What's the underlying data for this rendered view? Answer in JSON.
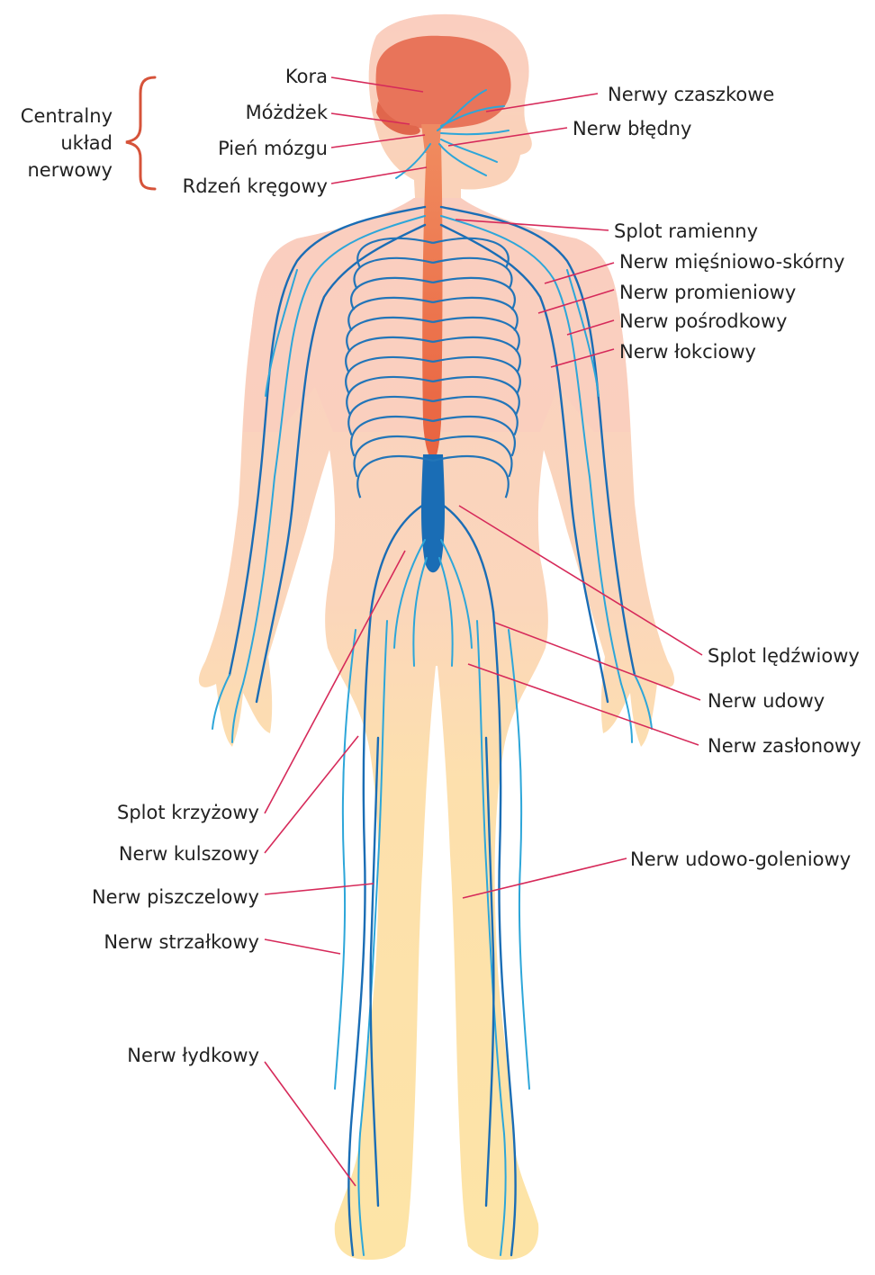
{
  "colors": {
    "background": "#ffffff",
    "skin_upper": "#f9cfc0",
    "skin_lower": "#fce3a8",
    "brain": "#e8745a",
    "spinal_cord": "#ee7652",
    "nerve_dark": "#1a6db5",
    "nerve_light": "#2da6d9",
    "leader_line": "#d62a5a",
    "brace": "#d6533a",
    "label_text": "#222222"
  },
  "group_label": {
    "line1": "Centralny",
    "line2": "układ",
    "line3": "nerwowy"
  },
  "labels": {
    "kora": "Kora",
    "mozdzek": "Móżdżek",
    "pien_mozgu": "Pień mózgu",
    "rdzen_kregowy": "Rdzeń kręgowy",
    "nerwy_czaszkowe": "Nerwy czaszkowe",
    "nerw_bledny": "Nerw błędny",
    "splot_ramienny": "Splot ramienny",
    "nerw_miesniowo_skorny": "Nerw mięśniowo-skórny",
    "nerw_promieniowy": "Nerw promieniowy",
    "nerw_posrodkowy": "Nerw pośrodkowy",
    "nerw_lokciowy": "Nerw łokciowy",
    "splot_ledzwiowy": "Splot lędźwiowy",
    "nerw_udowy": "Nerw udowy",
    "nerw_zaslonowy": "Nerw zasłonowy",
    "splot_krzyzowy": "Splot krzyżowy",
    "nerw_kulszowy": "Nerw kulszowy",
    "nerw_piszczelowy": "Nerw piszczelowy",
    "nerw_strzalkowy": "Nerw strzałkowy",
    "nerw_udowo_goleniowy": "Nerw udowo-goleniowy",
    "nerw_lydkowy": "Nerw łydkowy"
  }
}
